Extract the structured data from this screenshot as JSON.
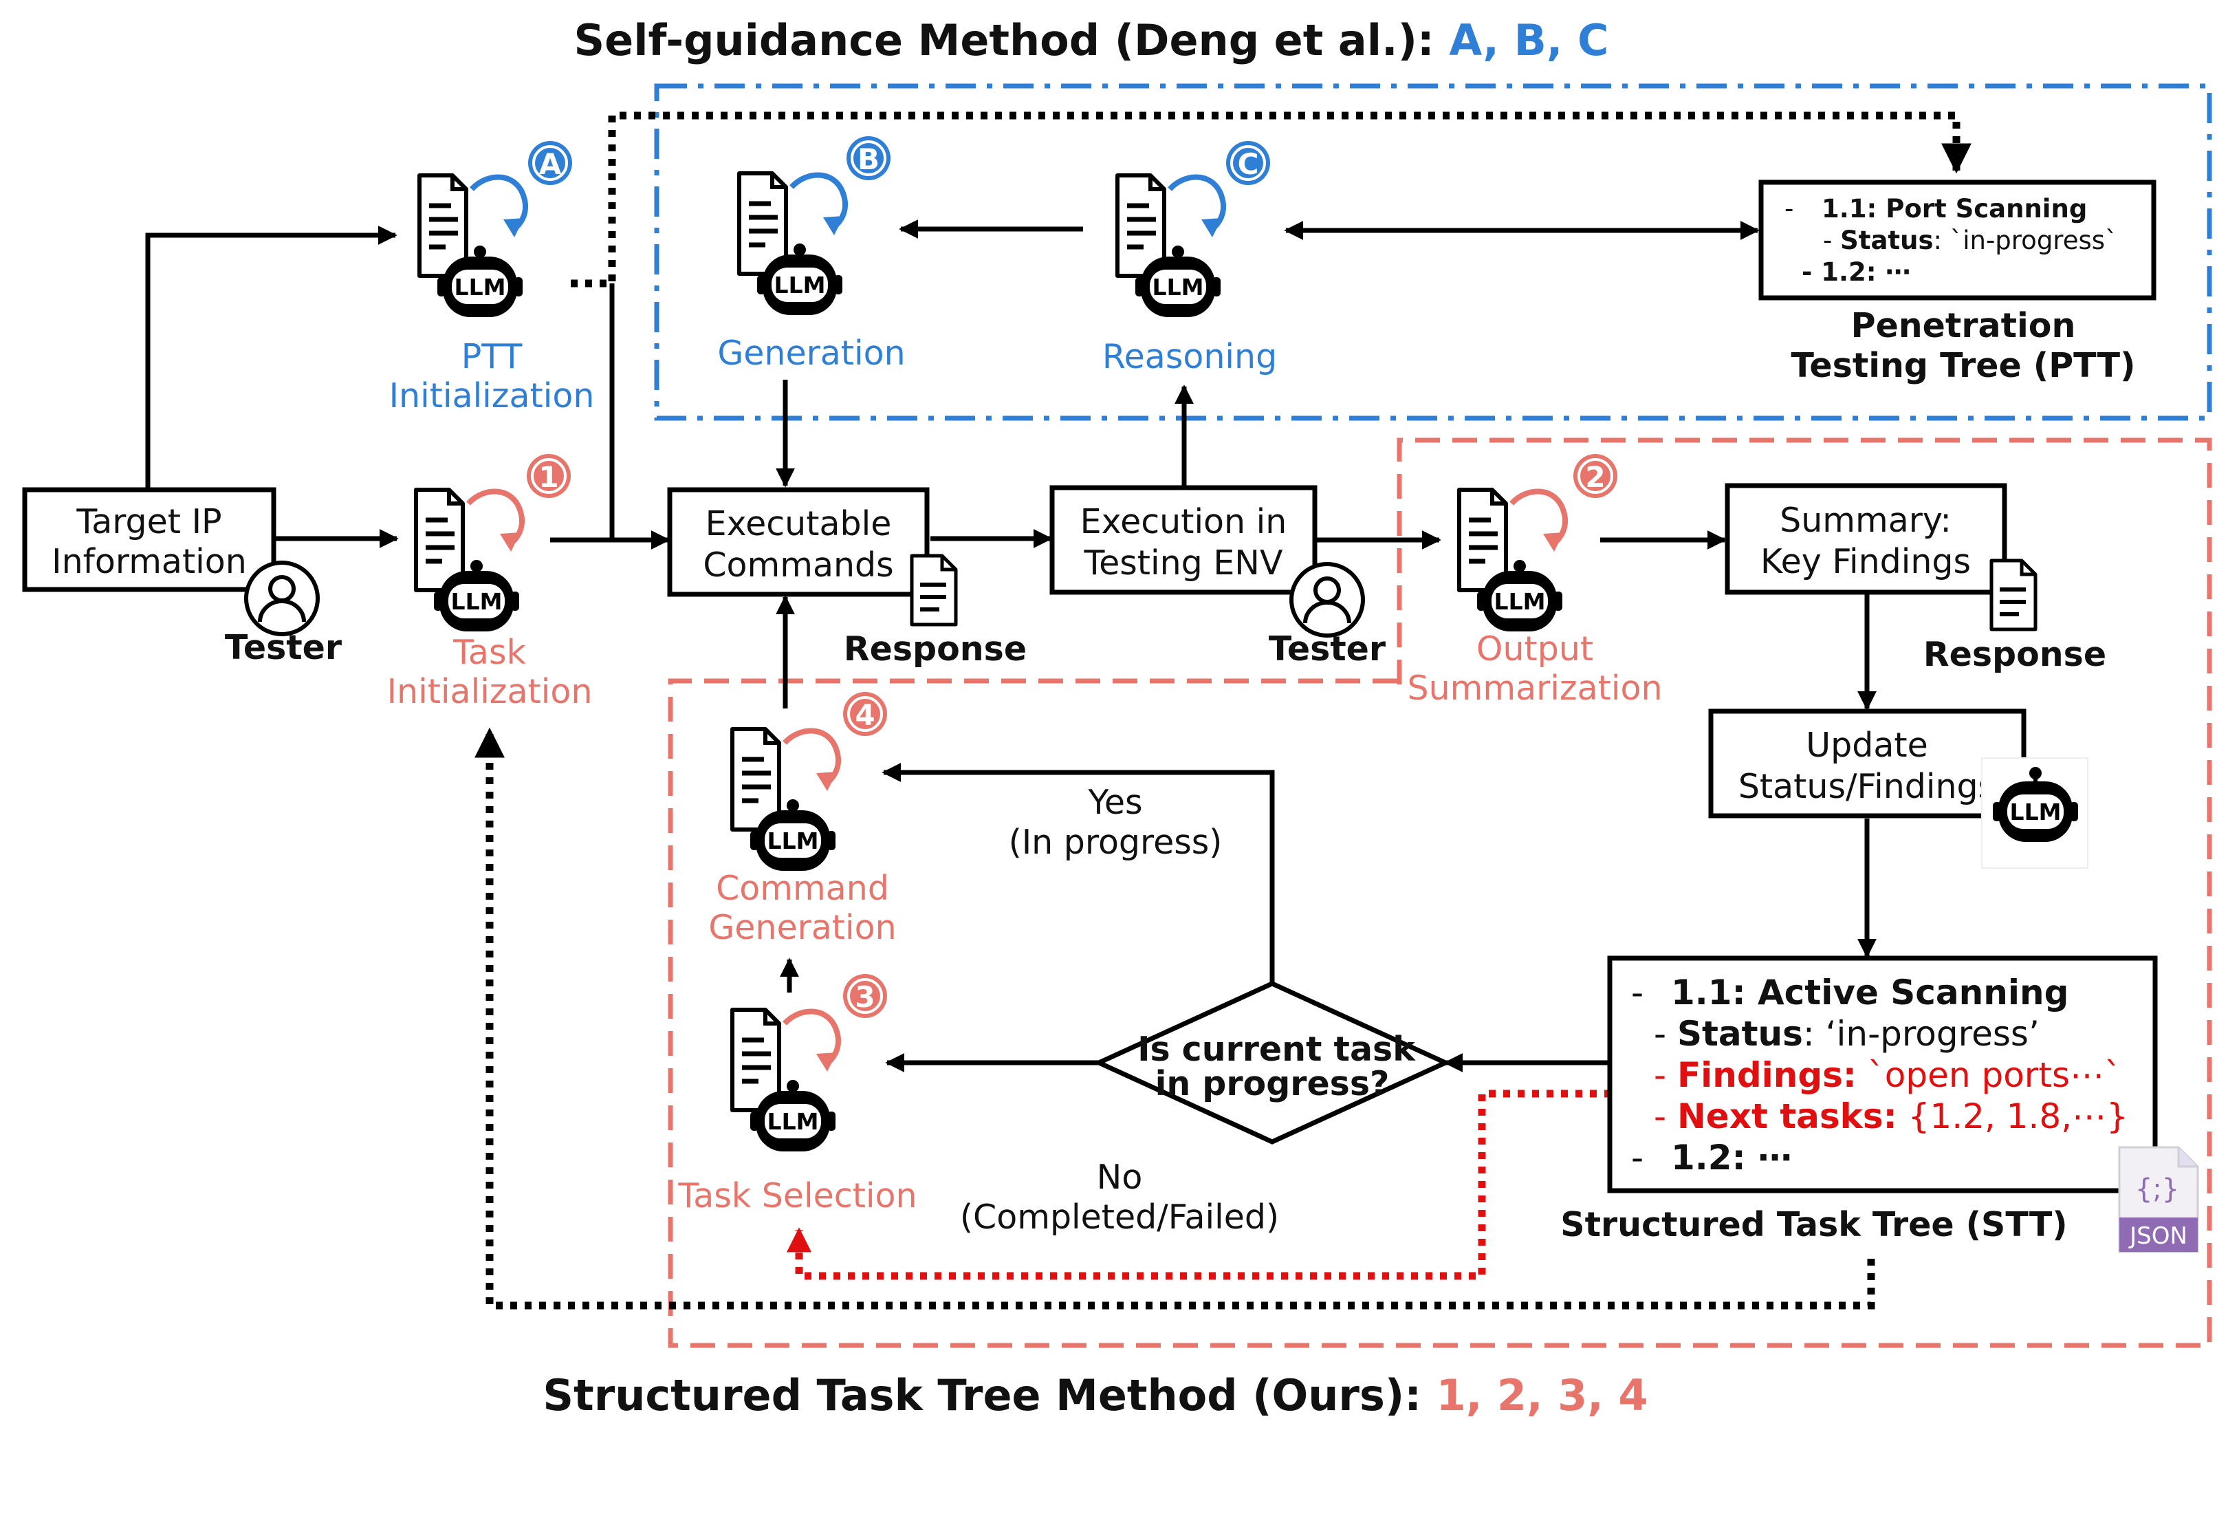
{
  "colors": {
    "blue": "#2f7fd6",
    "salmon": "#e8756b",
    "red": "#e01010",
    "json_badge": "#8e6bb3"
  },
  "titles": {
    "top_prefix": "Self-guidance Method (Deng et al.): ",
    "top_suffix": "A, B, C",
    "bottom_prefix": "Structured Task Tree Method (Ours): ",
    "bottom_suffix": "1, 2, 3, 4"
  },
  "badges": {
    "a": "A",
    "b": "B",
    "c": "C",
    "n1": "1",
    "n2": "2",
    "n3": "3",
    "n4": "4"
  },
  "llm_label": "LLM",
  "labels": {
    "ptt_init_1": "PTT",
    "ptt_init_2": "Initialization",
    "generation": "Generation",
    "reasoning": "Reasoning",
    "task_init_1": "Task",
    "task_init_2": "Initialization",
    "output_sum_1": "Output",
    "output_sum_2": "Summarization",
    "command_gen_1": "Command",
    "command_gen_2": "Generation",
    "task_selection": "Task Selection",
    "tester_1": "Tester",
    "tester_2": "Tester",
    "response_1": "Response",
    "response_2": "Response"
  },
  "boxes": {
    "target_1": "Target IP",
    "target_2": "Information",
    "exec_cmd_1": "Executable",
    "exec_cmd_2": "Commands",
    "exec_env_1": "Execution in",
    "exec_env_2": "Testing ENV",
    "summary_1": "Summary:",
    "summary_2": "Key Findings",
    "update_1": "Update",
    "update_2": "Status/Findings"
  },
  "decision": {
    "q1": "Is current task",
    "q2": "in progress?",
    "yes_1": "Yes",
    "yes_2": "(In progress)",
    "no_1": "No",
    "no_2": "(Completed/Failed)"
  },
  "ptt_tree": {
    "dash_1": "-",
    "l1_key": "1.1: Port Scanning",
    "dash_2": "- ",
    "status_key": "Status",
    "status_val": ": `in-progress`",
    "l3": "- 1.2: ⋯",
    "cap_1": "Penetration",
    "cap_2": "Testing Tree (PTT)"
  },
  "stt_tree": {
    "dash": "-",
    "l1_key": "1.1: Active Scanning",
    "status_dash": "- ",
    "status_key": "Status",
    "status_val": ": ‘in-progress’",
    "findings_dash": "- ",
    "findings_key": "Findings:",
    "findings_val": " `open ports⋯`",
    "next_dash": "- ",
    "next_key": "Next tasks:",
    "next_val": " {1.2, 1.8,⋯}",
    "last_dash": "-",
    "last_key": "1.2: ⋯",
    "caption": "Structured Task Tree (STT)"
  },
  "json_icon": {
    "glyph": "{;}",
    "label": "JSON"
  }
}
